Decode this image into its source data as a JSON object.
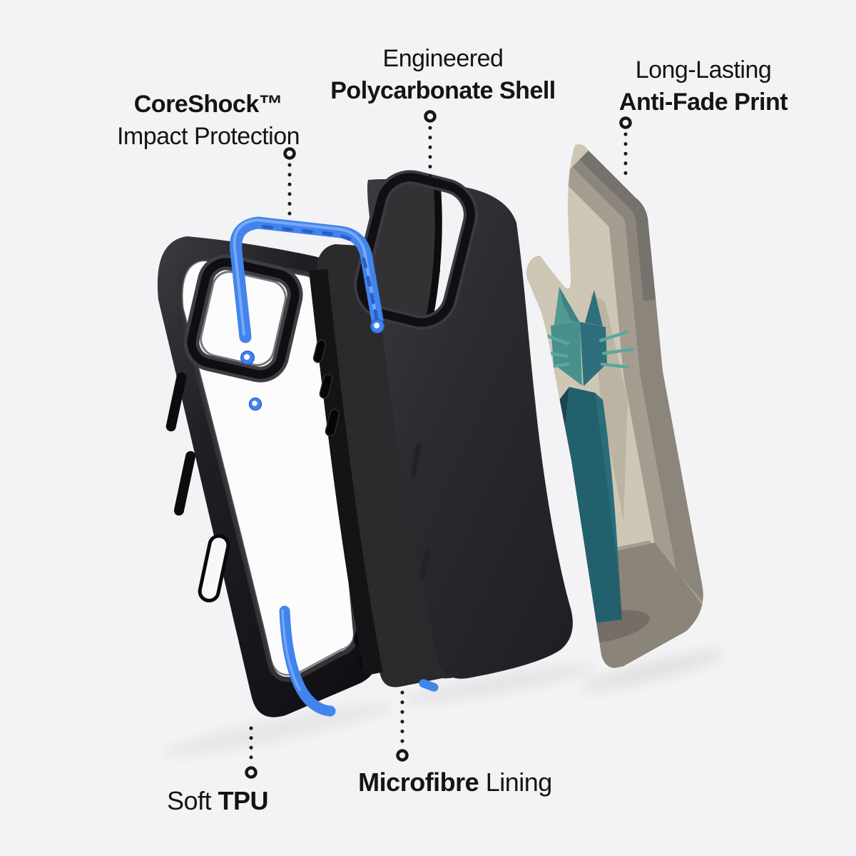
{
  "page": {
    "background": "#f3f3f5"
  },
  "labels": {
    "impact": {
      "line1": "CoreShock™",
      "line2": "Impact Protection"
    },
    "shell": {
      "line1": "Engineered",
      "line2": "Polycarbonate Shell"
    },
    "print": {
      "line1": "Long-Lasting",
      "line2": "Anti-Fade Print"
    },
    "tpu": {
      "normal": "Soft",
      "bold": "TPU"
    },
    "lining": {
      "bold": "Microfibre",
      "normal": "Lining"
    }
  },
  "colors": {
    "background": "#f3f3f5",
    "text": "#141417",
    "accent_blue": "#4184ee",
    "accent_blue_dark": "#2b5ec7",
    "case_black": "#1b1b1f",
    "shell_black": "#2c2c30",
    "lining_black": "#202023",
    "print_beige": "#cfc7b5",
    "print_bevel_mid": "#a49c8e",
    "print_bevel_dark": "#8a847a",
    "print_floor": "#8a8377",
    "cat_teal_light": "#4f9a93",
    "cat_teal_dark": "#2a6d7b",
    "cat_body": "#1f5e6c",
    "whisker": "#57a79f"
  }
}
